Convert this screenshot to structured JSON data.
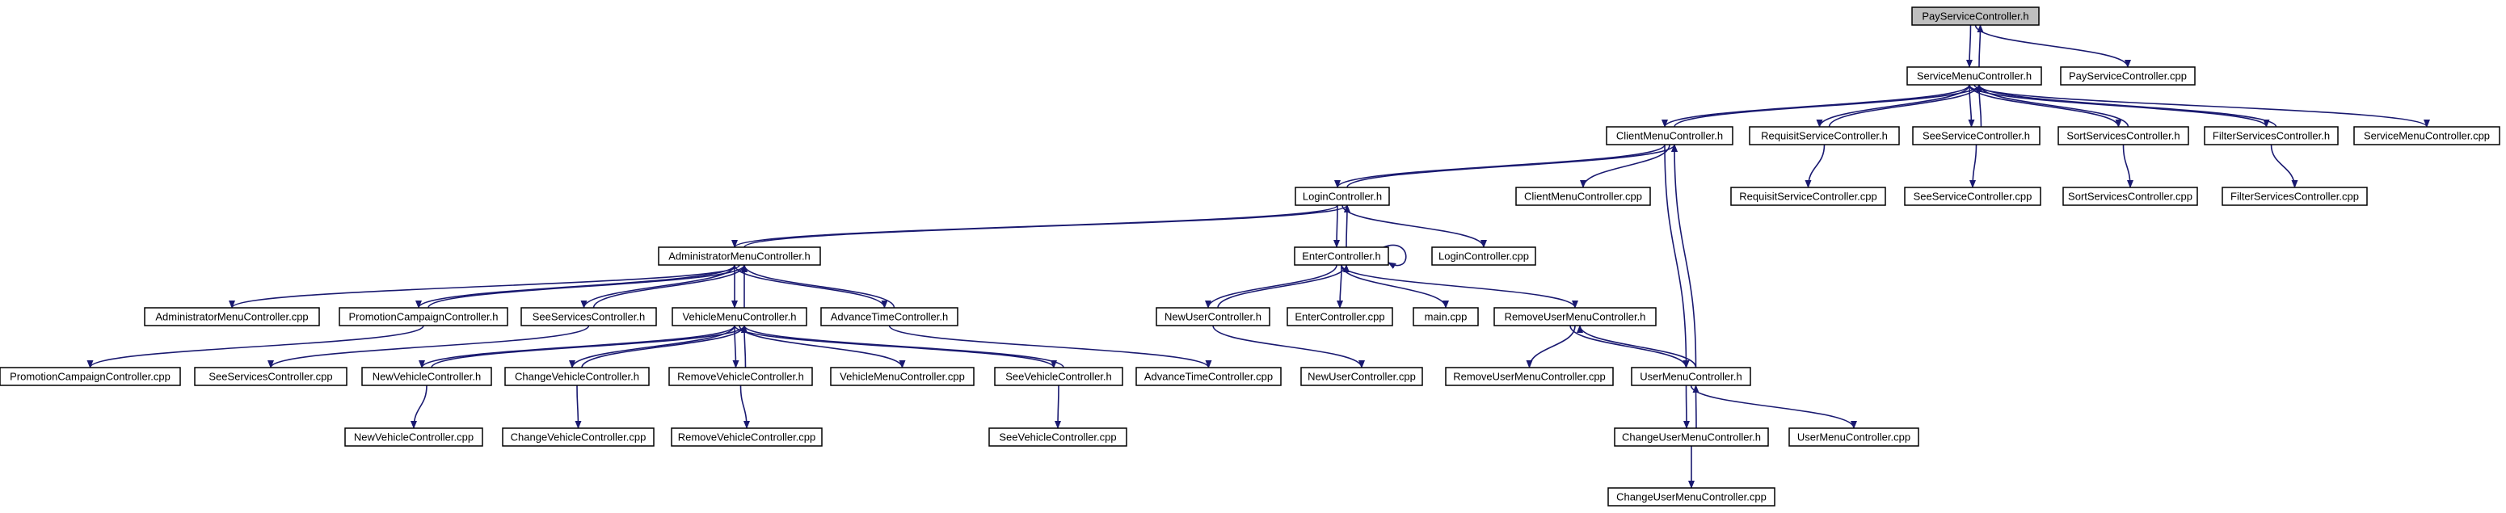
{
  "diagram": {
    "colors": {
      "edge": "#191970",
      "node_border": "#000000",
      "root_fill": "#bfbfbf",
      "node_fill": "#ffffff"
    },
    "nodes": [
      {
        "id": "PayServiceController_h",
        "label": "PayServiceController.h",
        "highlighted": true
      },
      {
        "id": "ServiceMenuController_h",
        "label": "ServiceMenuController.h"
      },
      {
        "id": "PayServiceController_cpp",
        "label": "PayServiceController.cpp"
      },
      {
        "id": "ClientMenuController_h",
        "label": "ClientMenuController.h"
      },
      {
        "id": "RequisitServiceController_h",
        "label": "RequisitServiceController.h"
      },
      {
        "id": "SeeServiceController_h",
        "label": "SeeServiceController.h"
      },
      {
        "id": "SortServicesController_h",
        "label": "SortServicesController.h"
      },
      {
        "id": "FilterServicesController_h",
        "label": "FilterServicesController.h"
      },
      {
        "id": "ServiceMenuController_cpp",
        "label": "ServiceMenuController.cpp"
      },
      {
        "id": "LoginController_h",
        "label": "LoginController.h"
      },
      {
        "id": "ClientMenuController_cpp",
        "label": "ClientMenuController.cpp"
      },
      {
        "id": "RequisitServiceController_cpp",
        "label": "RequisitServiceController.cpp"
      },
      {
        "id": "SeeServiceController_cpp",
        "label": "SeeServiceController.cpp"
      },
      {
        "id": "SortServicesController_cpp",
        "label": "SortServicesController.cpp"
      },
      {
        "id": "FilterServicesController_cpp",
        "label": "FilterServicesController.cpp"
      },
      {
        "id": "AdministratorMenuController_h",
        "label": "AdministratorMenuController.h"
      },
      {
        "id": "EnterController_h",
        "label": "EnterController.h"
      },
      {
        "id": "LoginController_cpp",
        "label": "LoginController.cpp"
      },
      {
        "id": "AdministratorMenuController_cpp",
        "label": "AdministratorMenuController.cpp"
      },
      {
        "id": "PromotionCampaignController_h",
        "label": "PromotionCampaignController.h"
      },
      {
        "id": "SeeServicesController_h",
        "label": "SeeServicesController.h"
      },
      {
        "id": "VehicleMenuController_h",
        "label": "VehicleMenuController.h"
      },
      {
        "id": "AdvanceTimeController_h",
        "label": "AdvanceTimeController.h"
      },
      {
        "id": "NewUserController_h",
        "label": "NewUserController.h"
      },
      {
        "id": "EnterController_cpp",
        "label": "EnterController.cpp"
      },
      {
        "id": "main_cpp",
        "label": "main.cpp"
      },
      {
        "id": "RemoveUserMenuController_h",
        "label": "RemoveUserMenuController.h"
      },
      {
        "id": "PromotionCampaignController_cpp",
        "label": "PromotionCampaignController.cpp"
      },
      {
        "id": "SeeServicesController_cpp",
        "label": "SeeServicesController.cpp"
      },
      {
        "id": "NewVehicleController_h",
        "label": "NewVehicleController.h"
      },
      {
        "id": "ChangeVehicleController_h",
        "label": "ChangeVehicleController.h"
      },
      {
        "id": "RemoveVehicleController_h",
        "label": "RemoveVehicleController.h"
      },
      {
        "id": "VehicleMenuController_cpp",
        "label": "VehicleMenuController.cpp"
      },
      {
        "id": "SeeVehicleController_h",
        "label": "SeeVehicleController.h"
      },
      {
        "id": "AdvanceTimeController_cpp",
        "label": "AdvanceTimeController.cpp"
      },
      {
        "id": "NewUserController_cpp",
        "label": "NewUserController.cpp"
      },
      {
        "id": "RemoveUserMenuController_cpp",
        "label": "RemoveUserMenuController.cpp"
      },
      {
        "id": "UserMenuController_h",
        "label": "UserMenuController.h"
      },
      {
        "id": "NewVehicleController_cpp",
        "label": "NewVehicleController.cpp"
      },
      {
        "id": "ChangeVehicleController_cpp",
        "label": "ChangeVehicleController.cpp"
      },
      {
        "id": "RemoveVehicleController_cpp",
        "label": "RemoveVehicleController.cpp"
      },
      {
        "id": "SeeVehicleController_cpp",
        "label": "SeeVehicleController.cpp"
      },
      {
        "id": "ChangeUserMenuController_h",
        "label": "ChangeUserMenuController.h"
      },
      {
        "id": "UserMenuController_cpp",
        "label": "UserMenuController.cpp"
      },
      {
        "id": "ChangeUserMenuController_cpp",
        "label": "ChangeUserMenuController.cpp"
      }
    ],
    "edges": [
      {
        "from": "PayServiceController_h",
        "to": "ServiceMenuController_h"
      },
      {
        "from": "PayServiceController_h",
        "to": "PayServiceController_cpp"
      },
      {
        "from": "ServiceMenuController_h",
        "to": "PayServiceController_h"
      },
      {
        "from": "ServiceMenuController_h",
        "to": "ClientMenuController_h"
      },
      {
        "from": "ServiceMenuController_h",
        "to": "RequisitServiceController_h"
      },
      {
        "from": "ServiceMenuController_h",
        "to": "SeeServiceController_h"
      },
      {
        "from": "ServiceMenuController_h",
        "to": "SortServicesController_h"
      },
      {
        "from": "ServiceMenuController_h",
        "to": "FilterServicesController_h"
      },
      {
        "from": "ServiceMenuController_h",
        "to": "ServiceMenuController_cpp"
      },
      {
        "from": "ClientMenuController_h",
        "to": "ServiceMenuController_h"
      },
      {
        "from": "RequisitServiceController_h",
        "to": "ServiceMenuController_h"
      },
      {
        "from": "SeeServiceController_h",
        "to": "ServiceMenuController_h"
      },
      {
        "from": "SortServicesController_h",
        "to": "ServiceMenuController_h"
      },
      {
        "from": "FilterServicesController_h",
        "to": "ServiceMenuController_h"
      },
      {
        "from": "ClientMenuController_h",
        "to": "LoginController_h"
      },
      {
        "from": "ClientMenuController_h",
        "to": "ClientMenuController_cpp"
      },
      {
        "from": "ClientMenuController_h",
        "to": "UserMenuController_h"
      },
      {
        "from": "LoginController_h",
        "to": "ClientMenuController_h"
      },
      {
        "from": "UserMenuController_h",
        "to": "ClientMenuController_h"
      },
      {
        "from": "RequisitServiceController_h",
        "to": "RequisitServiceController_cpp"
      },
      {
        "from": "SeeServiceController_h",
        "to": "SeeServiceController_cpp"
      },
      {
        "from": "SortServicesController_h",
        "to": "SortServicesController_cpp"
      },
      {
        "from": "FilterServicesController_h",
        "to": "FilterServicesController_cpp"
      },
      {
        "from": "LoginController_h",
        "to": "AdministratorMenuController_h"
      },
      {
        "from": "LoginController_h",
        "to": "EnterController_h"
      },
      {
        "from": "LoginController_h",
        "to": "LoginController_cpp"
      },
      {
        "from": "AdministratorMenuController_h",
        "to": "LoginController_h"
      },
      {
        "from": "EnterController_h",
        "to": "LoginController_h"
      },
      {
        "from": "AdministratorMenuController_h",
        "to": "AdministratorMenuController_cpp"
      },
      {
        "from": "AdministratorMenuController_h",
        "to": "PromotionCampaignController_h"
      },
      {
        "from": "AdministratorMenuController_h",
        "to": "SeeServicesController_h"
      },
      {
        "from": "AdministratorMenuController_h",
        "to": "VehicleMenuController_h"
      },
      {
        "from": "AdministratorMenuController_h",
        "to": "AdvanceTimeController_h"
      },
      {
        "from": "PromotionCampaignController_h",
        "to": "AdministratorMenuController_h"
      },
      {
        "from": "SeeServicesController_h",
        "to": "AdministratorMenuController_h"
      },
      {
        "from": "VehicleMenuController_h",
        "to": "AdministratorMenuController_h"
      },
      {
        "from": "AdvanceTimeController_h",
        "to": "AdministratorMenuController_h"
      },
      {
        "from": "EnterController_h",
        "to": "EnterController_h"
      },
      {
        "from": "EnterController_h",
        "to": "NewUserController_h"
      },
      {
        "from": "EnterController_h",
        "to": "EnterController_cpp"
      },
      {
        "from": "EnterController_h",
        "to": "main_cpp"
      },
      {
        "from": "EnterController_h",
        "to": "RemoveUserMenuController_h"
      },
      {
        "from": "NewUserController_h",
        "to": "EnterController_h"
      },
      {
        "from": "PromotionCampaignController_h",
        "to": "PromotionCampaignController_cpp"
      },
      {
        "from": "SeeServicesController_h",
        "to": "SeeServicesController_cpp"
      },
      {
        "from": "VehicleMenuController_h",
        "to": "NewVehicleController_h"
      },
      {
        "from": "VehicleMenuController_h",
        "to": "ChangeVehicleController_h"
      },
      {
        "from": "VehicleMenuController_h",
        "to": "RemoveVehicleController_h"
      },
      {
        "from": "VehicleMenuController_h",
        "to": "VehicleMenuController_cpp"
      },
      {
        "from": "VehicleMenuController_h",
        "to": "SeeVehicleController_h"
      },
      {
        "from": "NewVehicleController_h",
        "to": "VehicleMenuController_h"
      },
      {
        "from": "ChangeVehicleController_h",
        "to": "VehicleMenuController_h"
      },
      {
        "from": "RemoveVehicleController_h",
        "to": "VehicleMenuController_h"
      },
      {
        "from": "SeeVehicleController_h",
        "to": "VehicleMenuController_h"
      },
      {
        "from": "AdvanceTimeController_h",
        "to": "AdvanceTimeController_cpp"
      },
      {
        "from": "NewUserController_h",
        "to": "NewUserController_cpp"
      },
      {
        "from": "RemoveUserMenuController_h",
        "to": "RemoveUserMenuController_cpp"
      },
      {
        "from": "RemoveUserMenuController_h",
        "to": "UserMenuController_h"
      },
      {
        "from": "UserMenuController_h",
        "to": "RemoveUserMenuController_h"
      },
      {
        "from": "NewVehicleController_h",
        "to": "NewVehicleController_cpp"
      },
      {
        "from": "ChangeVehicleController_h",
        "to": "ChangeVehicleController_cpp"
      },
      {
        "from": "RemoveVehicleController_h",
        "to": "RemoveVehicleController_cpp"
      },
      {
        "from": "SeeVehicleController_h",
        "to": "SeeVehicleController_cpp"
      },
      {
        "from": "UserMenuController_h",
        "to": "ChangeUserMenuController_h"
      },
      {
        "from": "UserMenuController_h",
        "to": "UserMenuController_cpp"
      },
      {
        "from": "ChangeUserMenuController_h",
        "to": "UserMenuController_h"
      },
      {
        "from": "ChangeUserMenuController_h",
        "to": "ChangeUserMenuController_cpp"
      }
    ]
  }
}
